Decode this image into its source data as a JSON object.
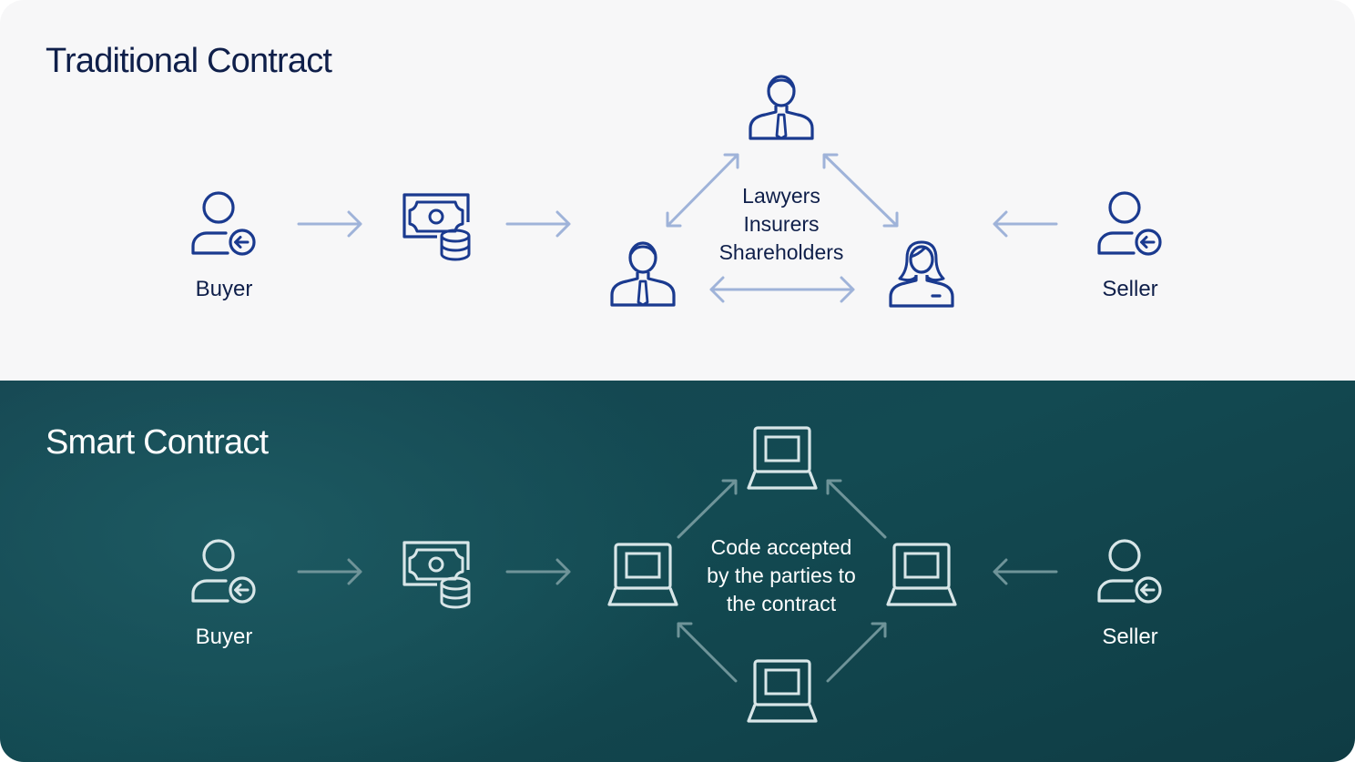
{
  "traditional": {
    "title": "Traditional Contract",
    "buyer_label": "Buyer",
    "seller_label": "Seller",
    "center_lines": [
      "Lawyers",
      "Insurers",
      "Shareholders"
    ]
  },
  "smart": {
    "title": "Smart Contract",
    "buyer_label": "Buyer",
    "seller_label": "Seller",
    "center_lines": [
      "Code accepted",
      "by the parties to",
      "the contract"
    ]
  },
  "colors": {
    "top_background": "#f7f7f8",
    "top_icon": "#1a3a8f",
    "top_arrow": "#9fb3d9",
    "bottom_icon": "#d8e6e8",
    "bottom_arrow": "#6f9499"
  },
  "icons": [
    "person-arrow-icon",
    "money-coins-icon",
    "businessman-icon",
    "businesswoman-icon",
    "laptop-icon"
  ]
}
